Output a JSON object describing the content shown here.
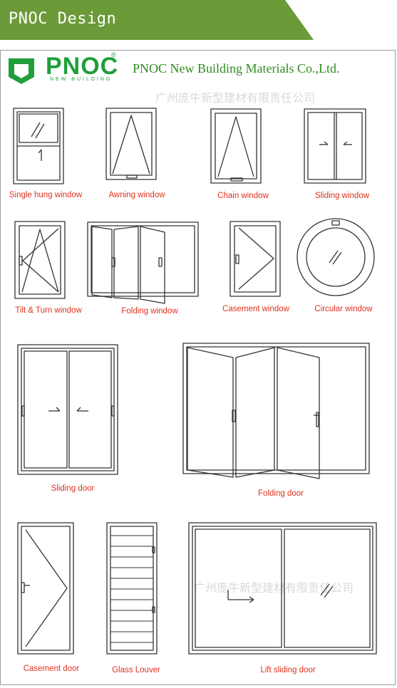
{
  "banner": {
    "title": "PNOC Design"
  },
  "logo": {
    "brand": "PNOC",
    "subtitle": "NEW BUILDING",
    "registered": "®"
  },
  "company": {
    "name": "PNOC New Building Materials Co.,Ltd."
  },
  "watermark": {
    "text": "广州庞牛新型建材有限责任公司"
  },
  "items": {
    "single_hung_window": "Single hung window",
    "awning_window": "Awning window",
    "chain_window": "Chain window",
    "sliding_window": "Sliding window",
    "tilt_turn_window": "Tilt & Turn window",
    "folding_window": "Folding window",
    "casement_window": "Casement window",
    "circular_window": "Circular window",
    "sliding_door": "Sliding door",
    "folding_door": "Folding door",
    "casement_door": "Casement door",
    "glass_louver": "Glass Louver",
    "lift_sliding_door": "Lift sliding door"
  },
  "colors": {
    "banner_green": "#6b9a38",
    "brand_green": "#1f9e3a",
    "caption_red": "#e0301e",
    "line": "#333333"
  }
}
